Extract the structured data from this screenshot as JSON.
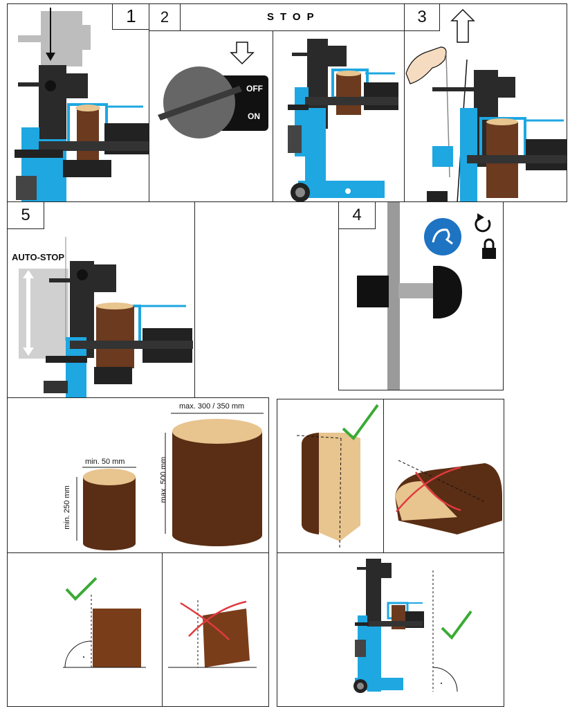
{
  "steps": {
    "step1": "1",
    "step2": "2",
    "step3": "3",
    "step4": "4",
    "step5": "5"
  },
  "stop_label": "STOP",
  "switch": {
    "off": "OFF",
    "on": "ON"
  },
  "auto_stop": "AUTO-STOP",
  "dimensions": {
    "min_diameter": "min. 50 mm",
    "min_length": "min. 250 mm",
    "max_diameter": "max. 300 / 350 mm",
    "max_length": "max. 500 mm"
  },
  "colors": {
    "machine_blue": "#1ea7e1",
    "machine_black": "#2a2a2a",
    "wood_brown": "#6b3a1f",
    "wood_light": "#e8c48f",
    "check_green": "#3aaa35",
    "cross_red": "#e03a3e"
  },
  "icons": [
    "down-arrow-icon",
    "up-arrow-icon",
    "hand-icon",
    "strength-icon",
    "rotate-icon",
    "lock-icon",
    "check-icon",
    "cross-icon"
  ]
}
